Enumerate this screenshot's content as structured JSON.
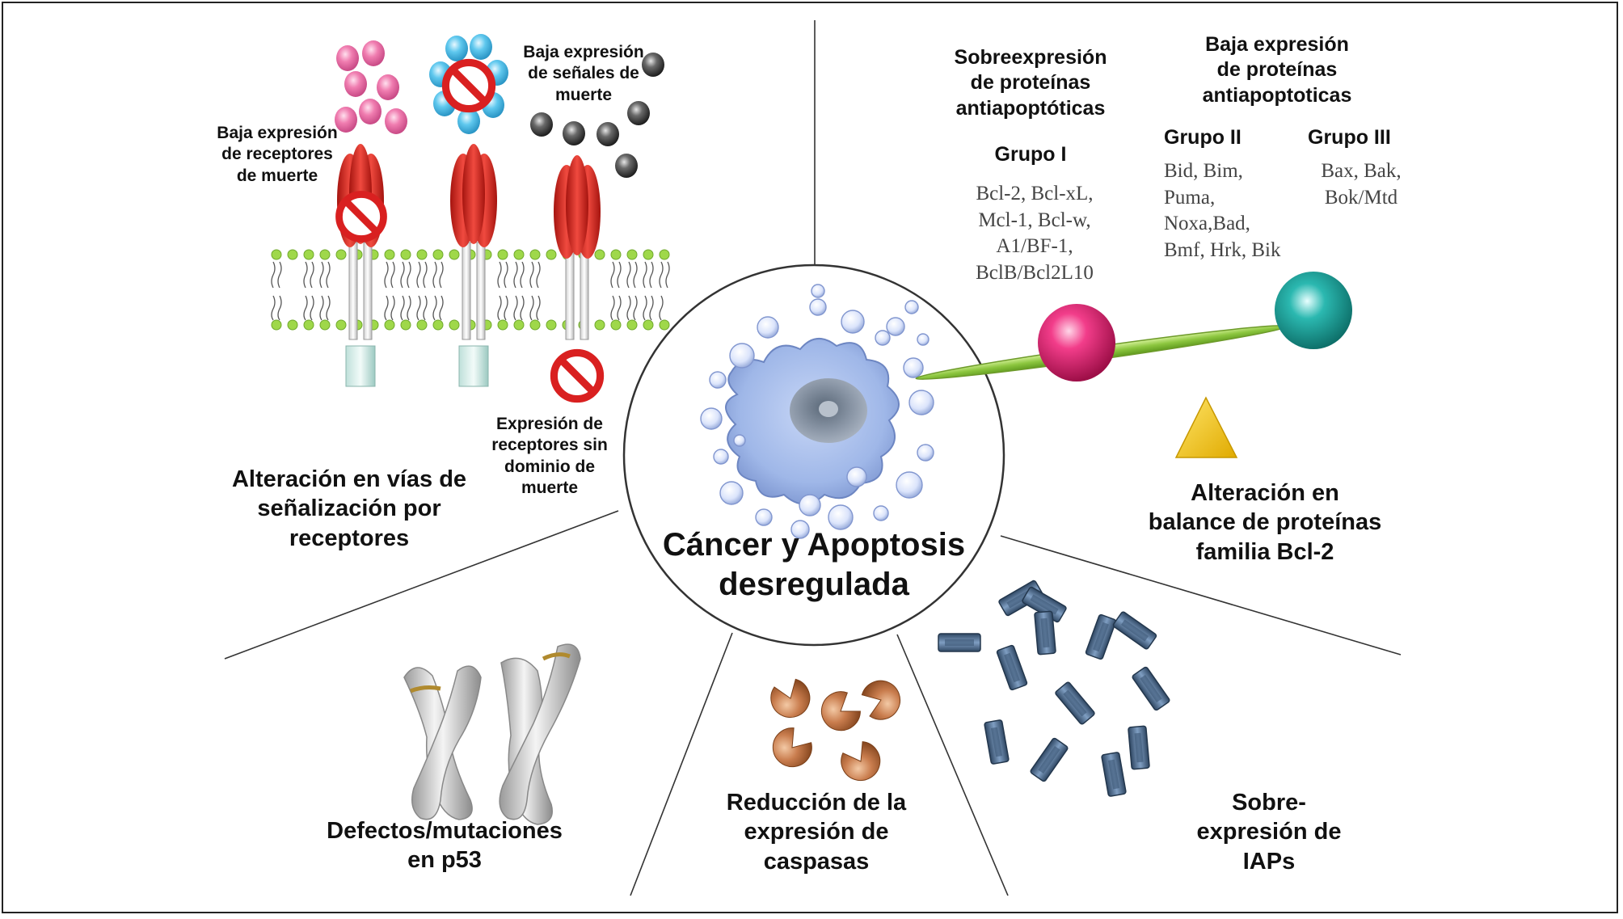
{
  "center": {
    "title": "Cáncer y Apoptosis\ndesregulada"
  },
  "receptors": {
    "section_label": "Alteración en vías de\nseñalización por\nreceptores",
    "low_receptor_expression": "Baja expresión\nde receptores\nde muerte",
    "low_death_signal_expression": "Baja expresión\nde señales de\nmuerte",
    "receptors_without_domain": "Expresión de\nreceptores sin\ndominio de\nmuerte"
  },
  "bcl2": {
    "overexpression_title": "Sobreexpresión\nde proteínas\nantiapoptóticas",
    "group1_title": "Grupo I",
    "group1_list": "Bcl-2, Bcl-xL,\nMcl-1, Bcl-w,\nA1/BF-1,\nBclB/Bcl2L10",
    "low_expression_title": "Baja expresión\nde proteínas\nantiapoptoticas",
    "group2_title": "Grupo II",
    "group2_list": "Bid, Bim,\nPuma,\nNoxa,Bad,\nBmf, Hrk, Bik",
    "group3_title": "Grupo III",
    "group3_list": "Bax, Bak,\nBok/Mtd",
    "section_label": "Alteración en\nbalance de proteínas\nfamilia Bcl-2"
  },
  "p53": {
    "section_label": "Defectos/mutaciones\nen p53"
  },
  "caspases": {
    "section_label": "Reducción de la\nexpresión de\ncaspasas"
  },
  "iaps": {
    "section_label": "Sobre-\nexpresión de\nIAPs"
  },
  "colors": {
    "receptor": "#d8322c",
    "pink_ligand": "#f07db0",
    "blue_ligand": "#5fc8ee",
    "gray_ligand": "#3a3a3a",
    "membrane_head": "#9fd84a",
    "pro_survival_sphere": "#e8196f",
    "pro_apoptotic_sphere": "#1a9f98",
    "beam": "#8cc63f",
    "fulcrum": "#f4c816",
    "caspase": "#c97d4e",
    "iap": "#4f6a8c",
    "cell": "#9fb7e8"
  }
}
